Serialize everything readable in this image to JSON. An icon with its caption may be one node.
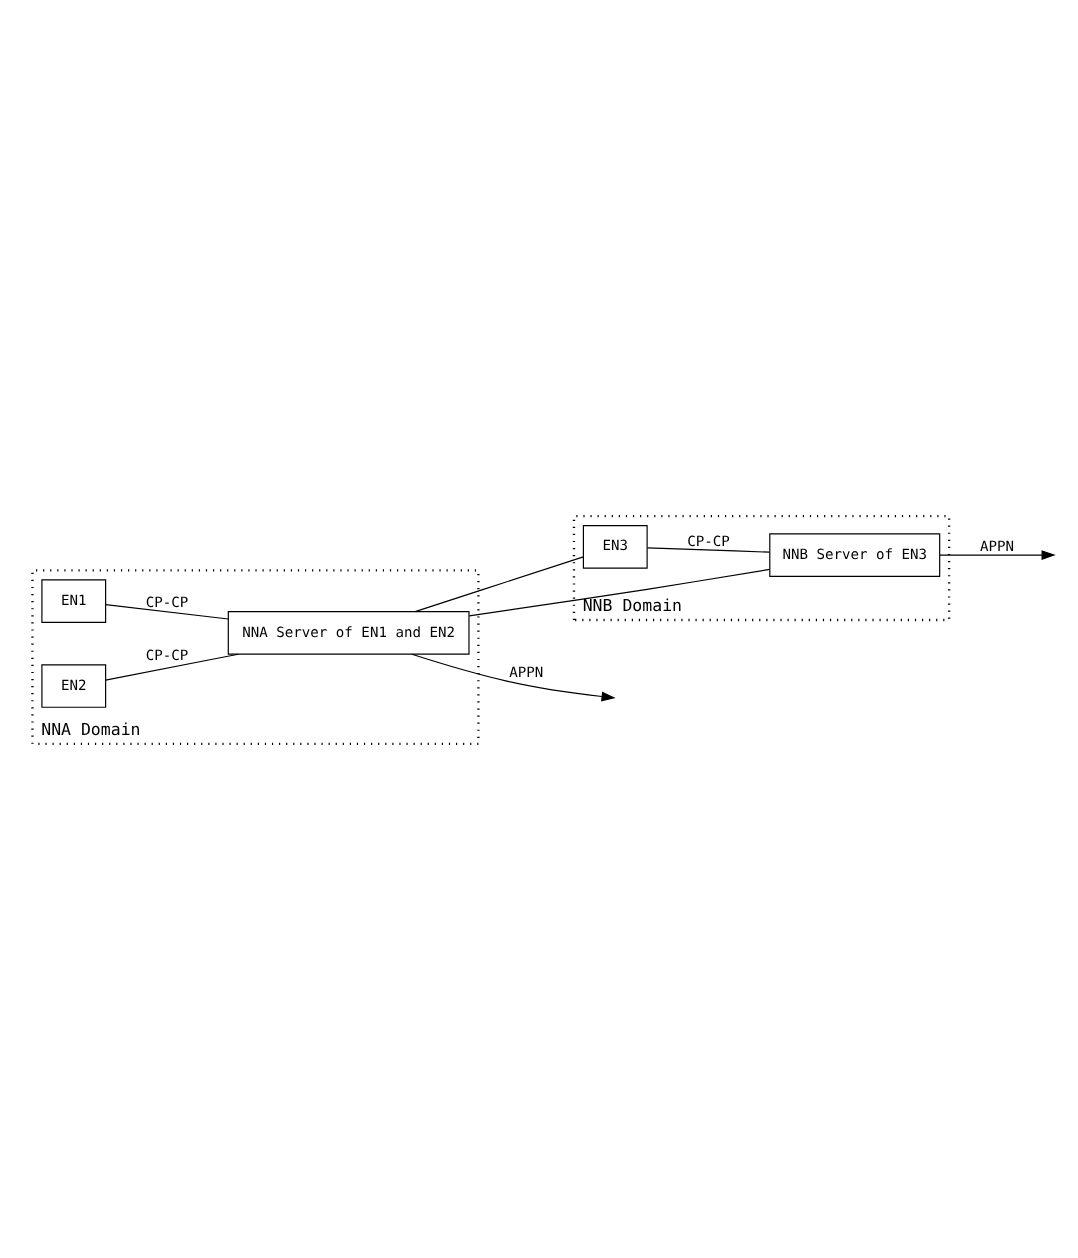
{
  "diagram": {
    "nodes": [
      {
        "text": [
          "NNA Domain"
        ]
      },
      {
        "text": [
          "EN1"
        ],
        "in": 0
      },
      {
        "text": [
          "EN2"
        ],
        "in": 0
      },
      {
        "text": [
          "NNA Server of EN1 and EN2"
        ],
        "in": 0
      },
      {
        "text": [
          "NNB Domain"
        ]
      },
      {
        "text": [
          "EN3"
        ],
        "in": 4
      },
      {
        "text": [
          "NNB Server of EN3"
        ],
        "in": 4
      }
    ],
    "edges": [
      {
        "from": 1,
        "to": 3,
        "arrow": "none",
        "label": "CP-CP"
      },
      {
        "from": 2,
        "to": 3,
        "arrow": "none",
        "label": "CP-CP"
      },
      {
        "from": 3,
        "to": null,
        "arrow": "to",
        "label": "APPN"
      },
      {
        "from": 3,
        "to": 5,
        "arrow": "none"
      },
      {
        "from": 3,
        "to": 6,
        "arrow": "none"
      },
      {
        "from": 5,
        "to": 6,
        "arrow": "none",
        "label": "CP-CP"
      },
      {
        "from": 6,
        "to": null,
        "arrow": "to",
        "label": "APPN"
      }
    ]
  }
}
